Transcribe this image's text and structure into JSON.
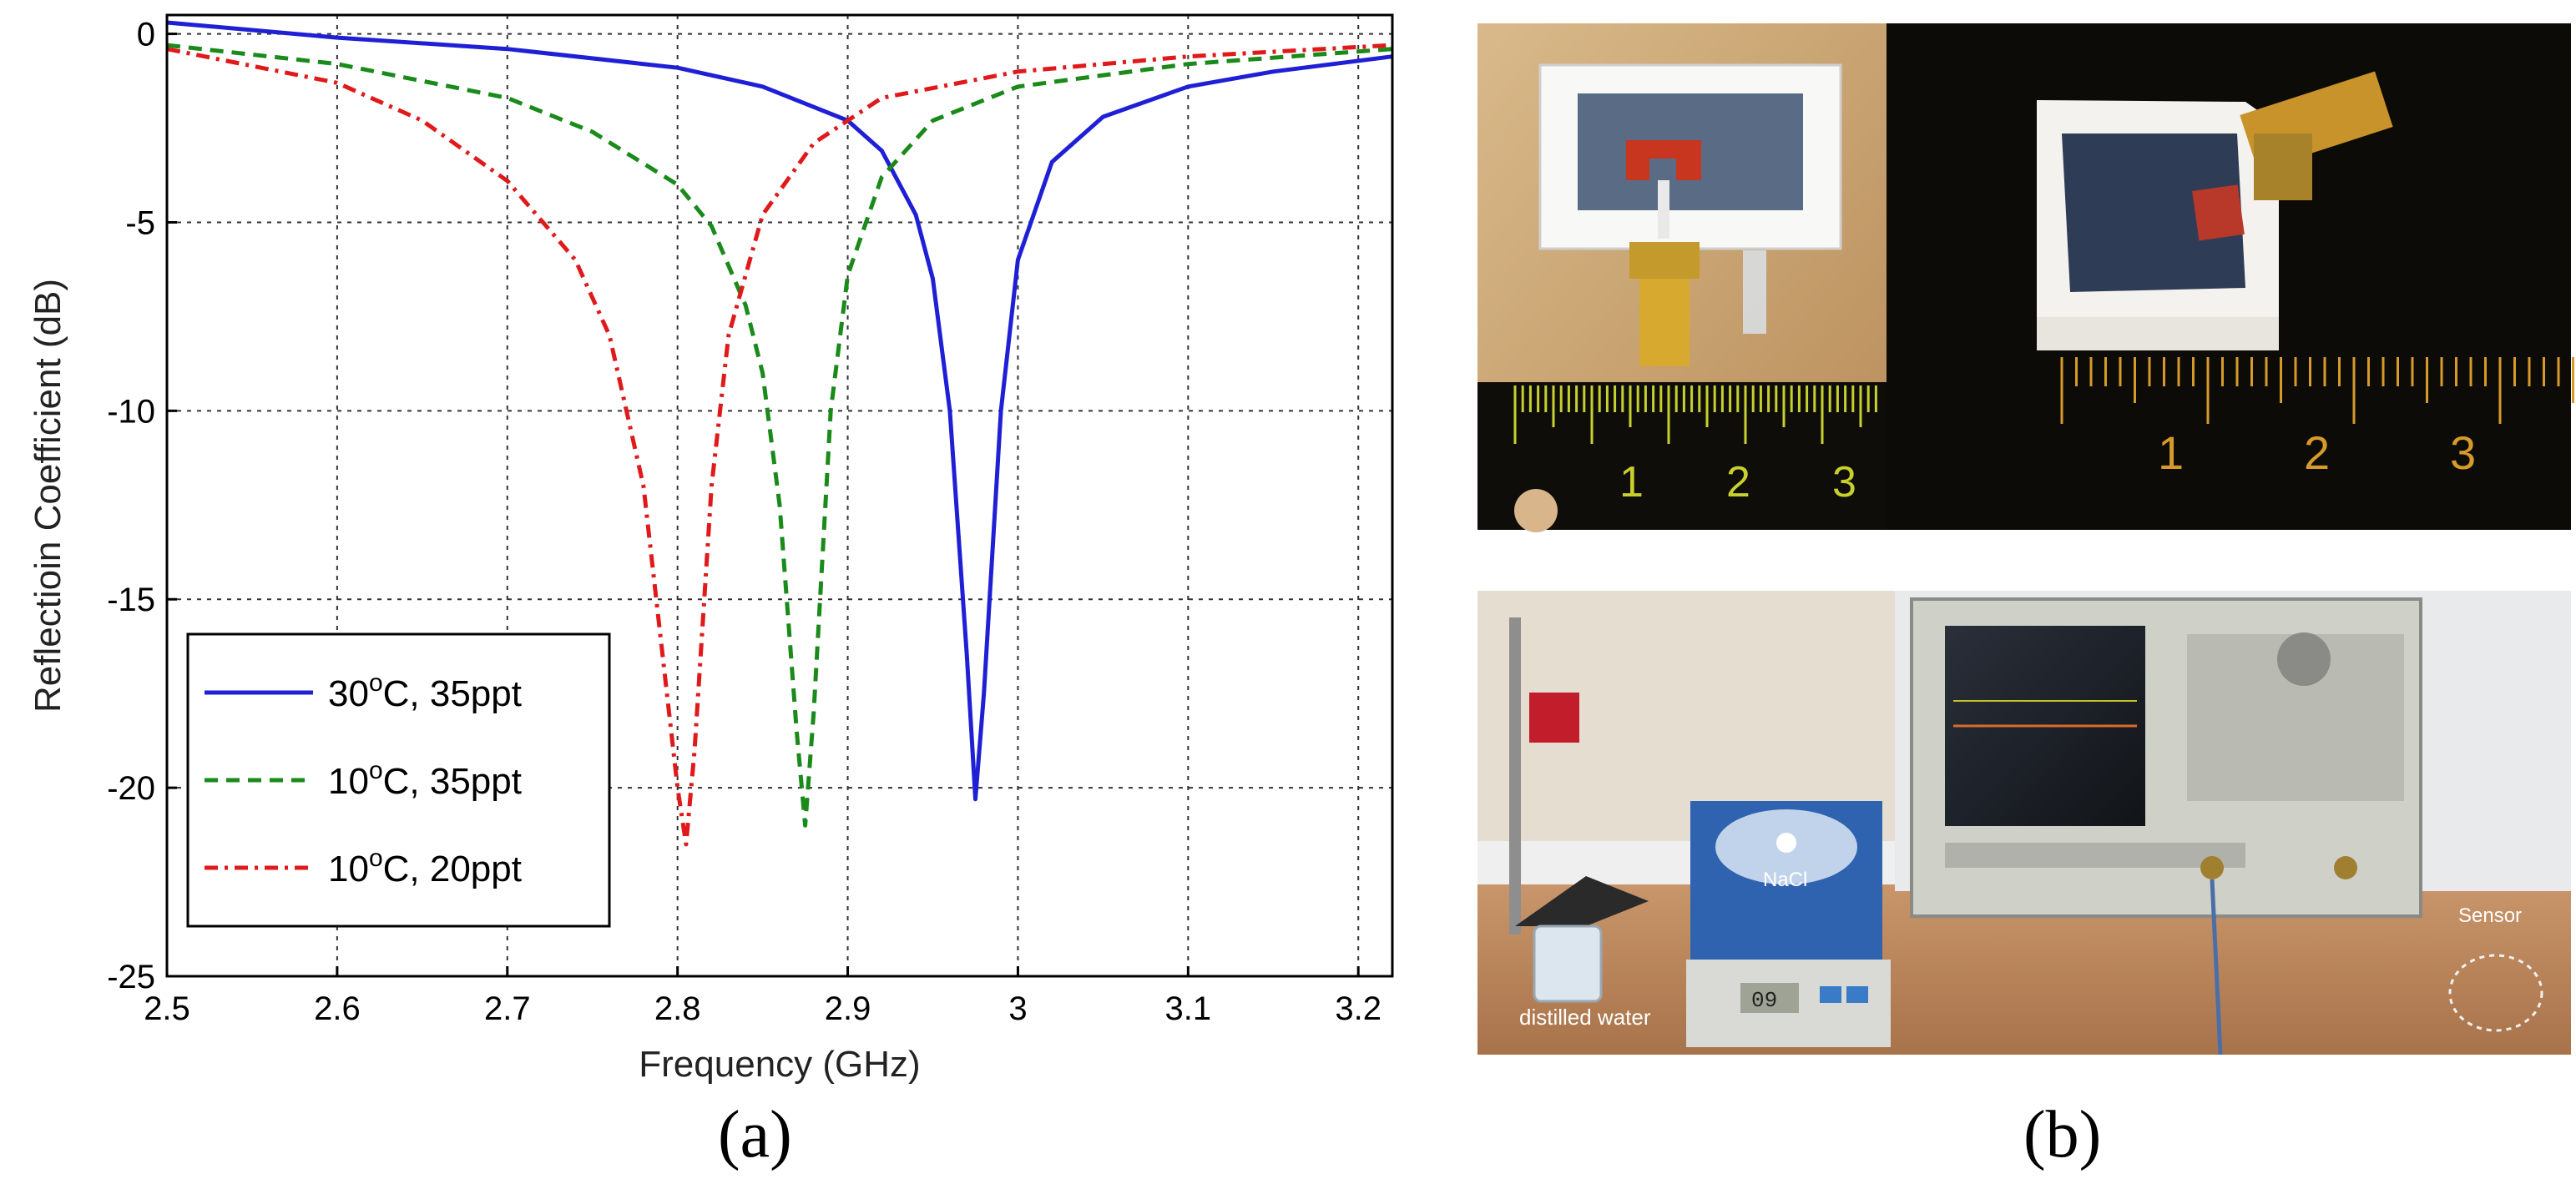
{
  "chart_data": {
    "type": "line",
    "xlabel": "Frequency (GHz)",
    "ylabel": "Reflectioin Coefficient (dB)",
    "xlim": [
      2.5,
      3.22
    ],
    "ylim": [
      -25,
      0.5
    ],
    "x_ticks": [
      "2.5",
      "2.6",
      "2.7",
      "2.8",
      "2.9",
      "3",
      "3.1",
      "3.2"
    ],
    "y_ticks": [
      "0",
      "-5",
      "-10",
      "-15",
      "-20",
      "-25"
    ],
    "grid": true,
    "legend_position": "bottom-left",
    "series": [
      {
        "name_base": "30",
        "name_sup": "o",
        "name_rest": "C, 35ppt",
        "color": "#1f1fd6",
        "dash": "solid",
        "x": [
          2.5,
          2.6,
          2.7,
          2.8,
          2.85,
          2.9,
          2.92,
          2.94,
          2.95,
          2.96,
          2.97,
          2.975,
          2.98,
          2.99,
          3.0,
          3.02,
          3.05,
          3.1,
          3.15,
          3.22
        ],
        "y": [
          0.3,
          -0.1,
          -0.4,
          -0.9,
          -1.4,
          -2.3,
          -3.1,
          -4.8,
          -6.5,
          -10.0,
          -16.5,
          -20.3,
          -17.5,
          -10.0,
          -6.0,
          -3.4,
          -2.2,
          -1.4,
          -1.0,
          -0.6
        ]
      },
      {
        "name_base": "10",
        "name_sup": "o",
        "name_rest": "C, 35ppt",
        "color": "#1a8a1a",
        "dash": "dashed",
        "x": [
          2.5,
          2.6,
          2.7,
          2.75,
          2.8,
          2.82,
          2.84,
          2.85,
          2.86,
          2.87,
          2.875,
          2.88,
          2.89,
          2.9,
          2.92,
          2.95,
          3.0,
          3.1,
          3.22
        ],
        "y": [
          -0.3,
          -0.8,
          -1.7,
          -2.6,
          -4.0,
          -5.1,
          -7.2,
          -9.0,
          -12.5,
          -18.5,
          -21.0,
          -18.0,
          -10.0,
          -6.4,
          -3.8,
          -2.3,
          -1.4,
          -0.8,
          -0.4
        ]
      },
      {
        "name_base": "10",
        "name_sup": "o",
        "name_rest": "C, 20ppt",
        "color": "#e01a1a",
        "dash": "dashdot",
        "x": [
          2.5,
          2.6,
          2.65,
          2.7,
          2.74,
          2.76,
          2.78,
          2.79,
          2.8,
          2.805,
          2.81,
          2.82,
          2.83,
          2.85,
          2.88,
          2.92,
          3.0,
          3.1,
          3.22
        ],
        "y": [
          -0.4,
          -1.3,
          -2.3,
          -3.9,
          -6.0,
          -8.0,
          -12.0,
          -16.0,
          -20.0,
          -21.5,
          -19.0,
          -12.0,
          -8.0,
          -4.8,
          -2.9,
          -1.7,
          -1.0,
          -0.6,
          -0.3
        ]
      }
    ]
  },
  "figure": {
    "label_a": "(a)",
    "label_b": "(b)",
    "photo_top": {
      "ruler_left": [
        "1",
        "2",
        "3"
      ],
      "ruler_right": [
        "1",
        "2",
        "3"
      ]
    },
    "photo_bottom": {
      "nacl_label": "NaCl",
      "water_label": "distilled water",
      "sensor_label": "Sensor",
      "scale_readout": "09"
    }
  }
}
